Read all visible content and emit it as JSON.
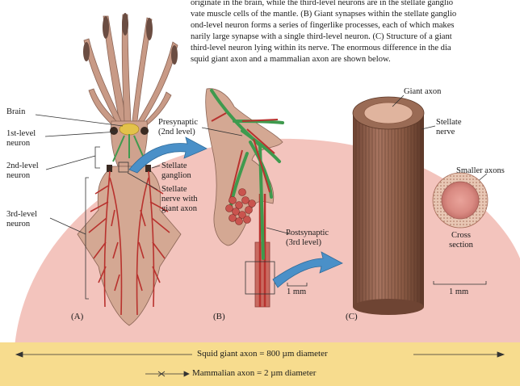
{
  "caption_lines": [
    "originate in the brain, while the third-level neurons are in the stellate ganglio",
    "vate muscle cells of the mantle. (B) Giant synapses within the stellate ganglio",
    "ond-level neuron forms a series of fingerlike processes, each of which makes",
    "narily large synapse with a single third-level neuron. (C) Structure of a giant",
    "third-level neuron lying within its nerve. The enormous difference in the dia",
    "squid giant axon and a mammalian axon are shown below."
  ],
  "panel_a": {
    "panel_label": "(A)",
    "brain": "Brain",
    "first_level": [
      "1st-level",
      "neuron"
    ],
    "second_level": [
      "2nd-level",
      "neuron"
    ],
    "third_level": [
      "3rd-level",
      "neuron"
    ],
    "stellate_ganglion": [
      "Stellate",
      "ganglion"
    ],
    "stellate_nerve": [
      "Stellate",
      "nerve with",
      "giant axon"
    ]
  },
  "panel_b": {
    "panel_label": "(B)",
    "presynaptic": [
      "Presynaptic",
      "(2nd level)"
    ],
    "postsynaptic": [
      "Postsynaptic",
      "(3rd level)"
    ],
    "scale": "1 mm"
  },
  "panel_c": {
    "panel_label": "(C)",
    "giant_axon": "Giant axon",
    "stellate_nerve": [
      "Stellate",
      "nerve"
    ],
    "smaller_axons": "Smaller axons",
    "cross_section": [
      "Cross",
      "section"
    ],
    "scale": "1 mm"
  },
  "comparison": {
    "squid": "Squid giant axon = 800 µm diameter",
    "mammal": "Mammalian axon = 2 µm diameter"
  },
  "colors": {
    "background_arc": "#f3c4bd",
    "band": "#f7dc8e",
    "squid_body": "#d4a893",
    "nerve_red": "#b8322e",
    "presynaptic_green": "#3f9a4e",
    "arrow_blue": "#4a90c8",
    "giant_axon_brown": "#8a5a44"
  }
}
